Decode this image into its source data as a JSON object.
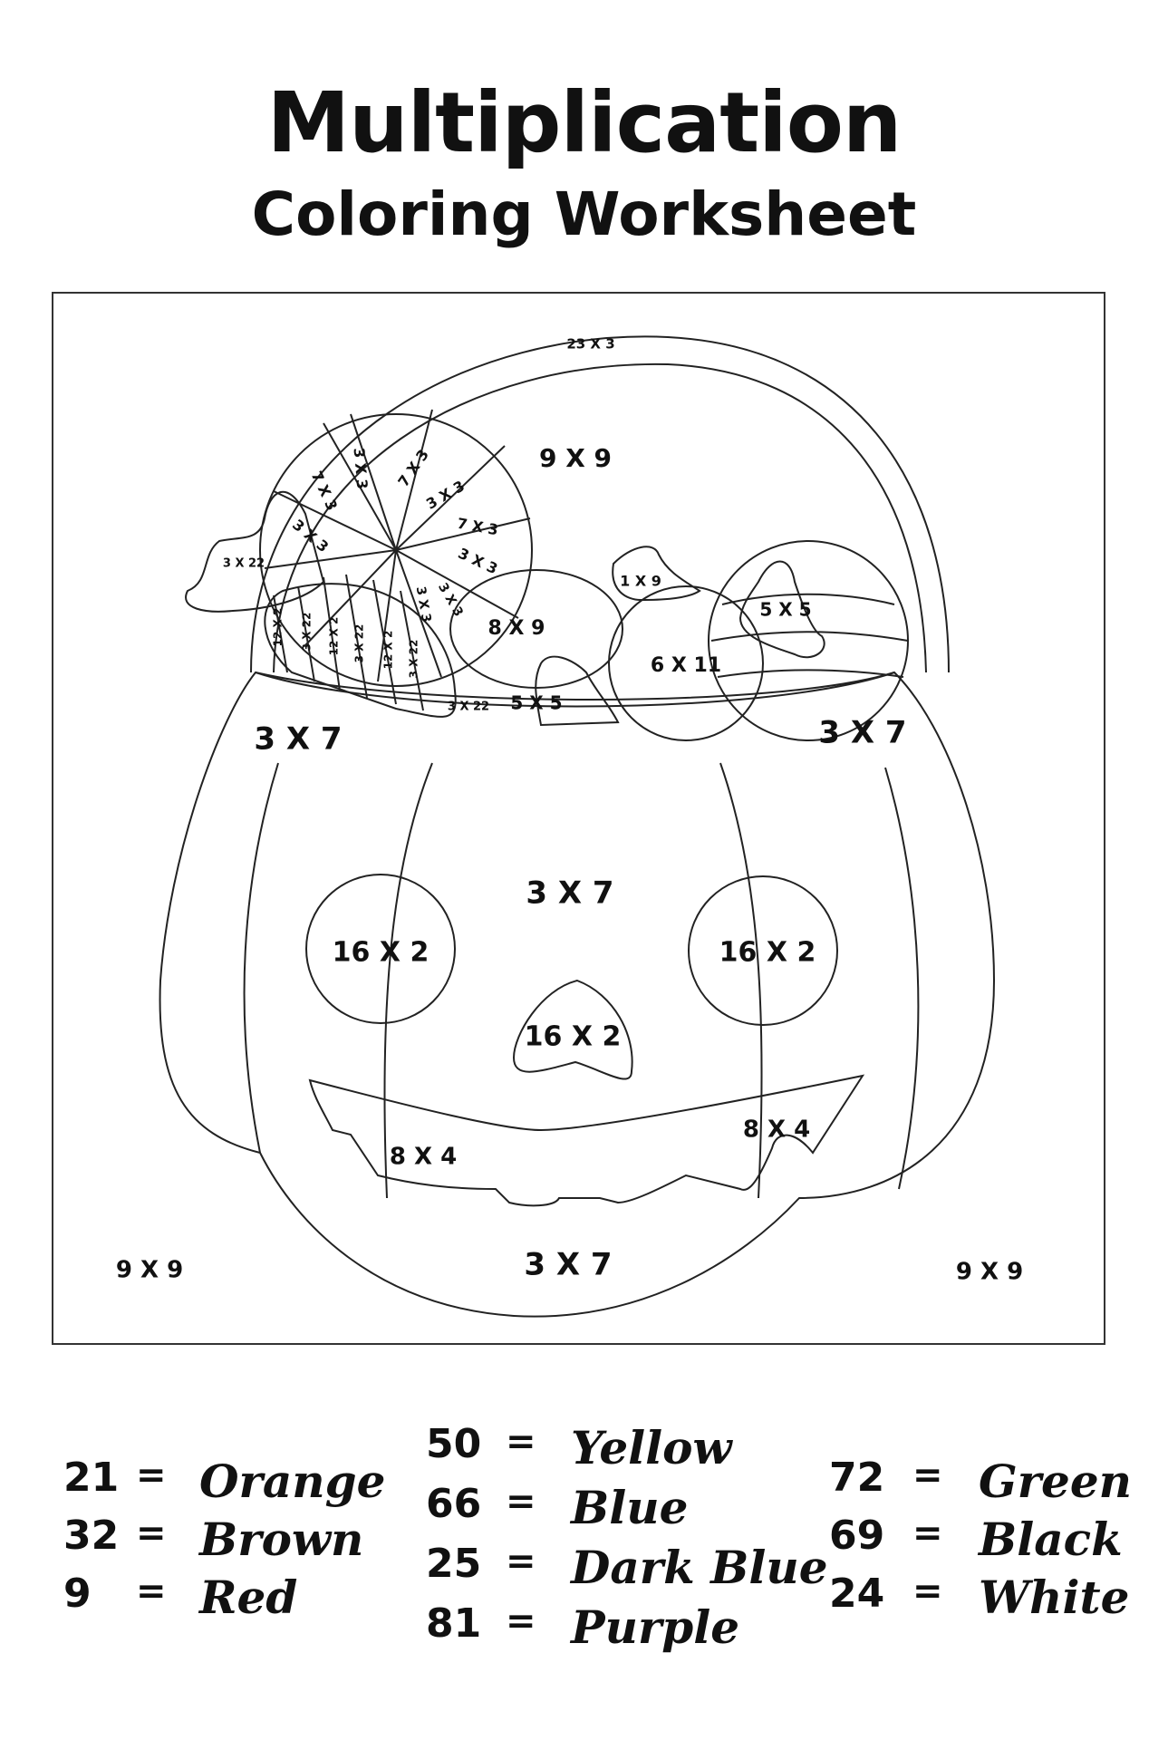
{
  "title": "Multiplication",
  "subtitle": "Coloring Worksheet",
  "problems": {
    "handle": "23 X 3",
    "sky_top": "9 X 9",
    "corner_left": "9 X 9",
    "corner_right": "9 X 9",
    "pumpkin_left": "3 X 7",
    "pumpkin_right": "3 X 7",
    "pumpkin_center": "3 X 7",
    "pumpkin_bottom": "3 X 7",
    "eye_left": "16 X 2",
    "eye_right": "16 X 2",
    "nose": "16 X 2",
    "mouth_left": "8 X 4",
    "mouth_right": "8 X 4",
    "candy_round": "6 X 11",
    "candy_oval": "8 X 9",
    "candy_small_wrap": "1 X 9",
    "candy_wrap_right": "5 X 5",
    "candy_wrap_bottom": "5 X 5",
    "wrap_left": "3 X 22",
    "wrap_bottom": "3 X 22",
    "swirl": [
      "7 X 3",
      "3 X 3",
      "7 X 3",
      "3 X 3",
      "7 X 3",
      "3 X 3",
      "3 X 3",
      "3 X 3",
      "3 X 3"
    ],
    "stripes": [
      "12 X 2",
      "3 X 22",
      "12 X 2",
      "3 X 22",
      "12 X 2",
      "3 X 22"
    ]
  },
  "legend": [
    [
      {
        "num": "21",
        "eq": "=",
        "color": "Orange"
      },
      {
        "num": "32",
        "eq": "=",
        "color": "Brown"
      },
      {
        "num": "9",
        "eq": "=",
        "color": "Red"
      }
    ],
    [
      {
        "num": "50",
        "eq": "=",
        "color": "Yellow"
      },
      {
        "num": "66",
        "eq": "=",
        "color": "Blue"
      },
      {
        "num": "25",
        "eq": "=",
        "color": "Dark Blue"
      },
      {
        "num": "81",
        "eq": "=",
        "color": "Purple"
      }
    ],
    [
      {
        "num": "72",
        "eq": "=",
        "color": "Green"
      },
      {
        "num": "69",
        "eq": "=",
        "color": "Black"
      },
      {
        "num": "24",
        "eq": "=",
        "color": "White"
      }
    ]
  ]
}
